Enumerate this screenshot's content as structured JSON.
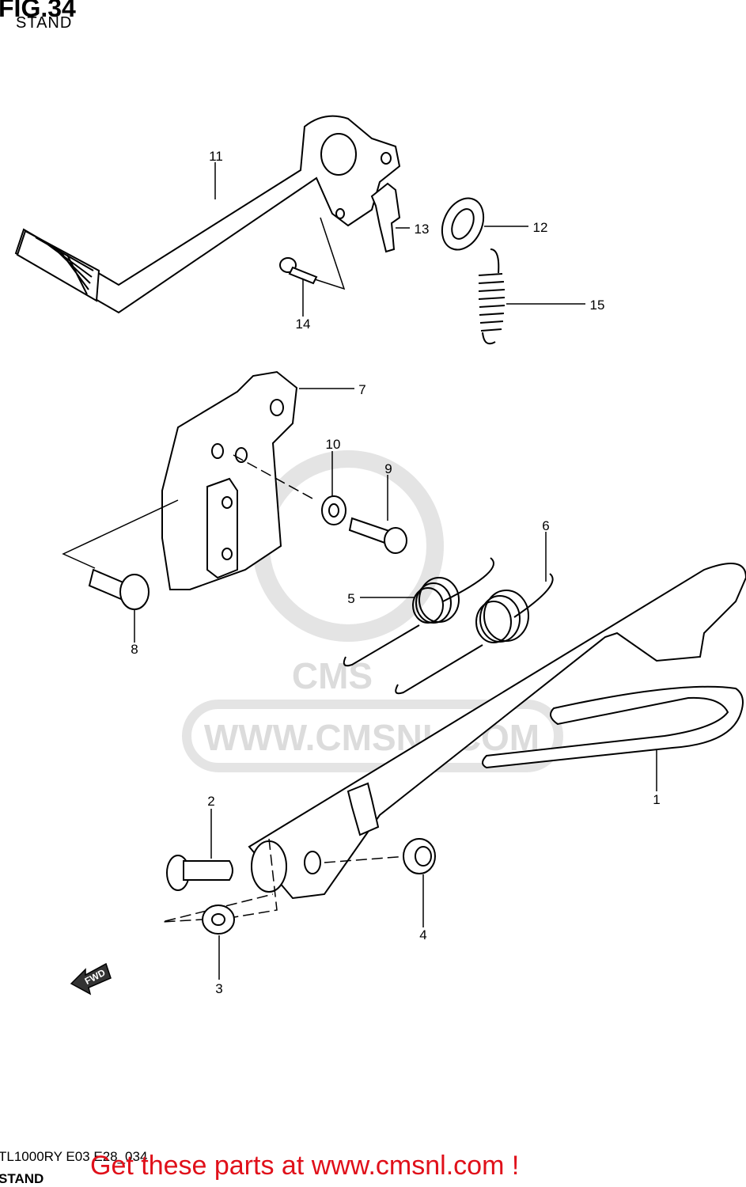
{
  "header": {
    "fig_title": "FIG.34",
    "fig_subtitle": "STAND"
  },
  "footer": {
    "model_code": "TL1000RY E03 E28_034",
    "subtitle": "STAND",
    "promo_text": "Get these parts at www.cmsnl.com !",
    "promo_color": "#e0101a"
  },
  "watermark": {
    "url_text": "WWW.CMSNL.COM",
    "logo_text": "CMS"
  },
  "fwd_arrow_label": "FWD",
  "callouts": [
    {
      "num": "1",
      "part": "side-stand"
    },
    {
      "num": "2",
      "part": "bolt"
    },
    {
      "num": "3",
      "part": "washer"
    },
    {
      "num": "4",
      "part": "nut"
    },
    {
      "num": "5",
      "part": "spring"
    },
    {
      "num": "6",
      "part": "spring"
    },
    {
      "num": "7",
      "part": "bracket"
    },
    {
      "num": "8",
      "part": "bolt"
    },
    {
      "num": "9",
      "part": "bolt"
    },
    {
      "num": "10",
      "part": "washer"
    },
    {
      "num": "11",
      "part": "footrest-lever"
    },
    {
      "num": "12",
      "part": "washer"
    },
    {
      "num": "13",
      "part": "clip"
    },
    {
      "num": "14",
      "part": "bolt"
    },
    {
      "num": "15",
      "part": "spring"
    }
  ]
}
